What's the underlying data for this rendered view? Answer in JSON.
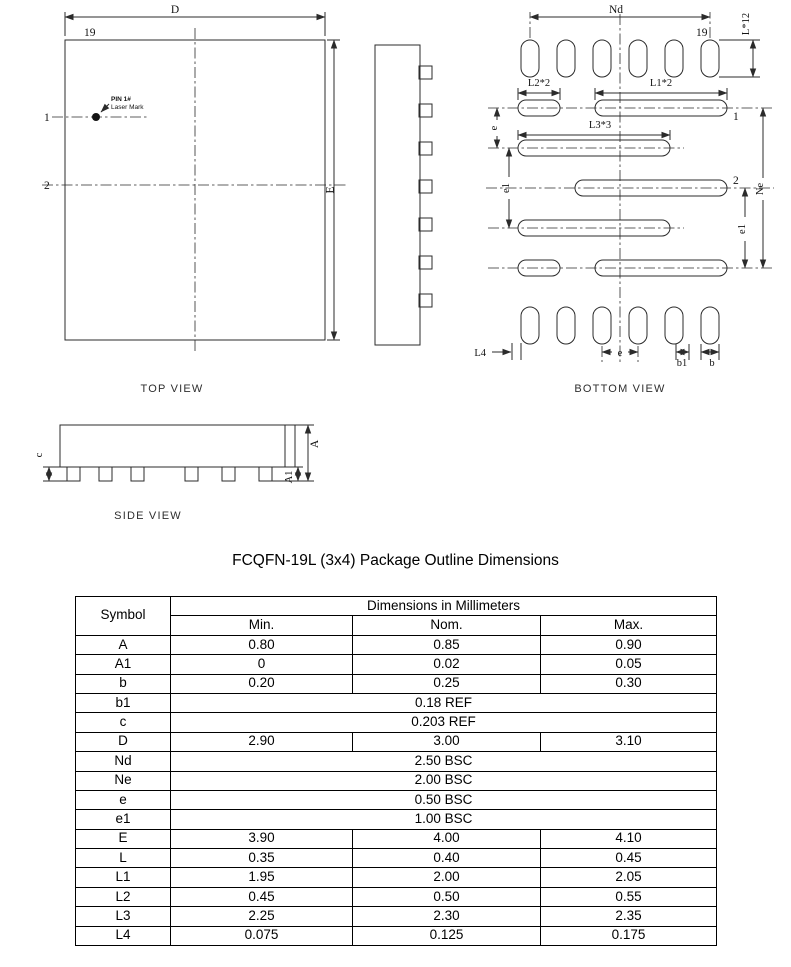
{
  "title": "FCQFN-19L (3x4) Package Outline Dimensions",
  "drawing": {
    "top_view": {
      "caption": "TOP VIEW",
      "dim_d": "D",
      "dim_e": "E",
      "pin19_label": "19",
      "pin1_label": "1",
      "pin2_label": "2",
      "pin1_note_line1": "PIN 1#",
      "pin1_note_line2": "Laser Mark"
    },
    "bottom_view": {
      "caption": "BOTTOM VIEW",
      "dim_nd": "Nd",
      "pin19_label": "19",
      "dim_l12": "L*12",
      "dim_l2": "L2*2",
      "dim_l1": "L1*2",
      "dim_l3": "L3*3",
      "dim_e_left": "e",
      "dim_e1_left": "e1",
      "pin1_label": "1",
      "pin2_label": "2",
      "dim_ne": "Ne",
      "dim_e1_right": "e1",
      "dim_l4": "L4",
      "dim_e_bottom": "e",
      "dim_b1": "b1",
      "dim_b": "b"
    },
    "side_view": {
      "caption": "SIDE VIEW",
      "dim_a": "A",
      "dim_a1": "A1",
      "dim_c": "c"
    }
  },
  "table": {
    "header": {
      "symbol": "Symbol",
      "units": "Dimensions in Millimeters",
      "min": "Min.",
      "nom": "Nom.",
      "max": "Max."
    },
    "rows": [
      {
        "symbol": "A",
        "min": "0.80",
        "nom": "0.85",
        "max": "0.90"
      },
      {
        "symbol": "A1",
        "min": "0",
        "nom": "0.02",
        "max": "0.05"
      },
      {
        "symbol": "b",
        "min": "0.20",
        "nom": "0.25",
        "max": "0.30"
      },
      {
        "symbol": "b1",
        "span": "0.18 REF"
      },
      {
        "symbol": "c",
        "span": "0.203 REF"
      },
      {
        "symbol": "D",
        "min": "2.90",
        "nom": "3.00",
        "max": "3.10"
      },
      {
        "symbol": "Nd",
        "span": "2.50 BSC"
      },
      {
        "symbol": "Ne",
        "span": "2.00 BSC"
      },
      {
        "symbol": "e",
        "span": "0.50 BSC"
      },
      {
        "symbol": "e1",
        "span": "1.00 BSC"
      },
      {
        "symbol": "E",
        "min": "3.90",
        "nom": "4.00",
        "max": "4.10"
      },
      {
        "symbol": "L",
        "min": "0.35",
        "nom": "0.40",
        "max": "0.45"
      },
      {
        "symbol": "L1",
        "min": "1.95",
        "nom": "2.00",
        "max": "2.05"
      },
      {
        "symbol": "L2",
        "min": "0.45",
        "nom": "0.50",
        "max": "0.55"
      },
      {
        "symbol": "L3",
        "min": "2.25",
        "nom": "2.30",
        "max": "2.35"
      },
      {
        "symbol": "L4",
        "min": "0.075",
        "nom": "0.125",
        "max": "0.175"
      }
    ]
  }
}
